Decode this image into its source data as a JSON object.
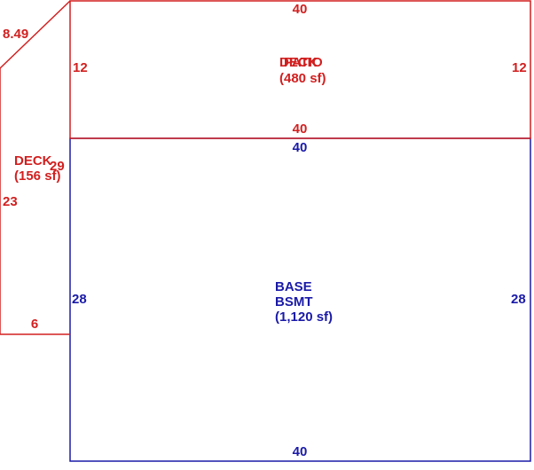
{
  "colors": {
    "red": "#d21f1f",
    "blue": "#1a1aa8",
    "background": "#ffffff"
  },
  "areas": {
    "deck_top": {
      "name": "DECK",
      "overlap_name": "PATIO",
      "area": "(480 sf)",
      "dims": {
        "top": "40",
        "bottom": "40",
        "left": "12",
        "right": "12"
      }
    },
    "deck_side": {
      "name": "DECK",
      "area": "(156 sf)",
      "dims": {
        "diagonal": "8.49",
        "left": "23",
        "right": "29",
        "bottom": "6"
      }
    },
    "base": {
      "name": "BASE",
      "sub": "BSMT",
      "area": "(1,120 sf)",
      "dims": {
        "top": "40",
        "bottom": "40",
        "left": "28",
        "right": "28"
      }
    }
  }
}
